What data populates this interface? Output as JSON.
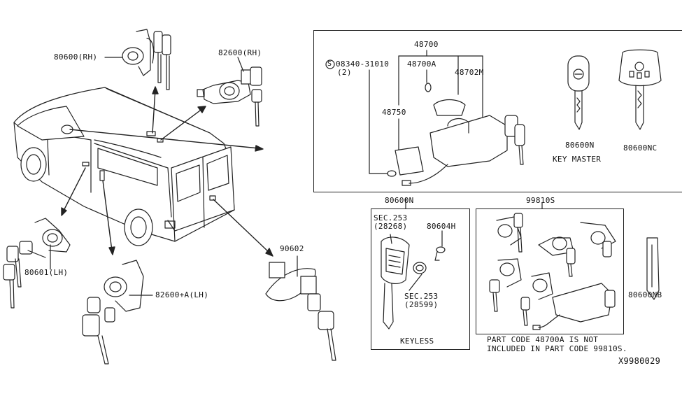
{
  "parts": {
    "p80600rh": "80600(RH)",
    "p82600rh": "82600(RH)",
    "p80601lh": "80601(LH)",
    "p82600alh": "82600+A(LH)",
    "p90602": "90602",
    "p48700": "48700",
    "p08340": "08340-31010",
    "p08340qty": "(2)",
    "p48700a": "48700A",
    "p48702m": "48702M",
    "p48750": "48750",
    "p80600n_top": "80600N",
    "p80600nc": "80600NC",
    "key_master": "KEY MASTER",
    "p80600n_box": "80600N",
    "sec253a": "SEC.253",
    "sec253a_code": "(28268)",
    "p80604h": "80604H",
    "sec253b": "SEC.253",
    "sec253b_code": "(28599)",
    "keyless": "KEYLESS",
    "p99810s": "99810S",
    "p80600nb": "80600NB",
    "note_line1": "PART CODE  48700A IS NOT",
    "note_line2": "INCLUDED IN PART CODE 99810S.",
    "diagram_code": "X9980029",
    "s_symbol": "S"
  }
}
